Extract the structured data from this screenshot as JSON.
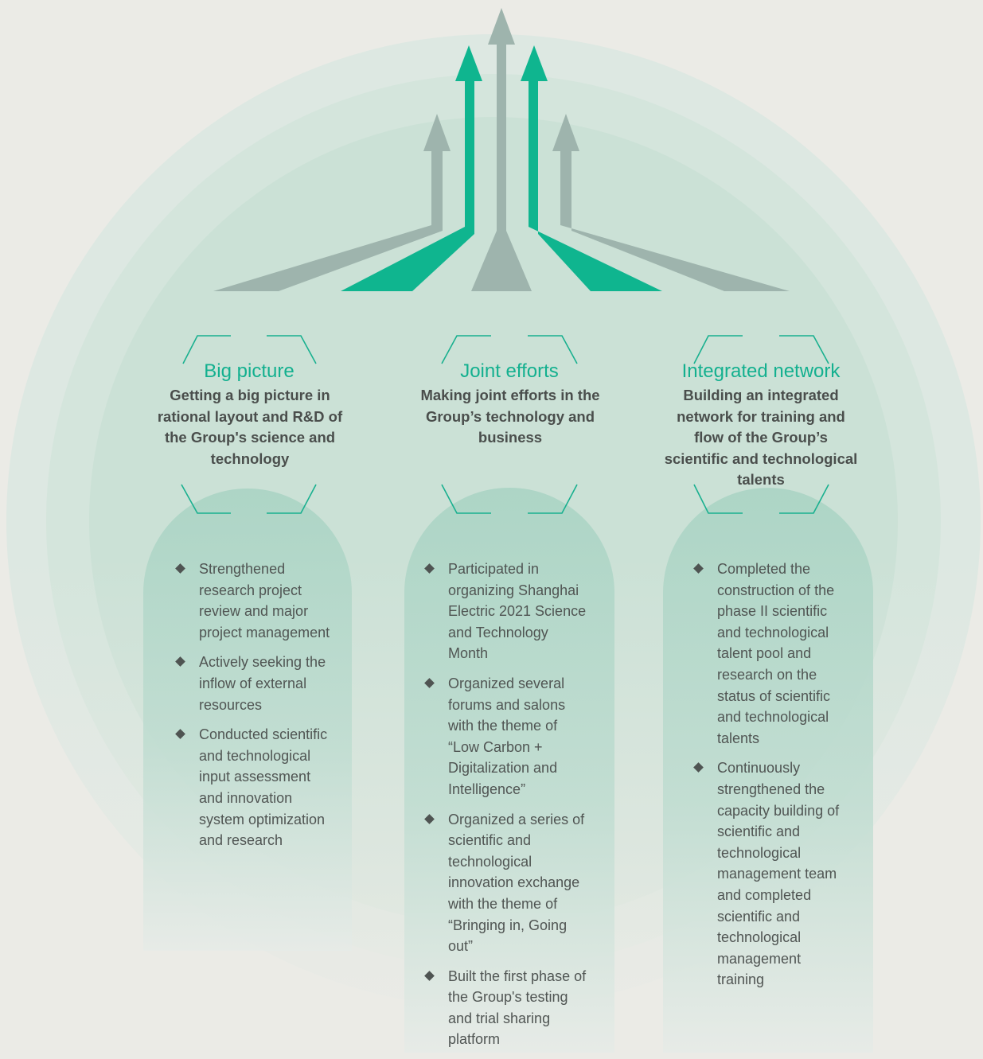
{
  "colors": {
    "background": "#ebebe6",
    "accent_green": "#0fb58f",
    "arrow_gray": "#9db3ac",
    "halo_green": "#cfe2da",
    "pill_green": "#a9d4c4",
    "text_dark": "#4a4e4c"
  },
  "columns": [
    {
      "title": "Big picture",
      "subtitle": "Getting a big picture in rational layout and R&D of the Group's science and technology",
      "bullets": [
        "Strengthened research project review and major project management",
        "Actively seeking the inflow of external resources",
        "Conducted scientific and technological input assessment and innovation system optimization and research"
      ]
    },
    {
      "title": "Joint efforts",
      "subtitle": "Making joint efforts in the Group’s technology and business",
      "bullets": [
        "Participated in organizing Shanghai Electric 2021 Science and Technology Month",
        "Organized several forums and salons with the theme of “Low Carbon + Digitalization and Intelligence”",
        "Organized a series of scientific and technological innovation exchange with the theme of “Bringing in, Going out”",
        "Built the first phase of the Group's testing and trial sharing platform"
      ]
    },
    {
      "title": "Integrated network",
      "subtitle": "Building an integrated network for training and flow of the Group’s scientific and technological talents",
      "bullets": [
        "Completed the construction of the phase II scientific and technological talent pool and research on the status of scientific and technological talents",
        "Continuously strengthened the capacity building of scientific and technological management team and completed scientific and technological management training"
      ]
    }
  ]
}
